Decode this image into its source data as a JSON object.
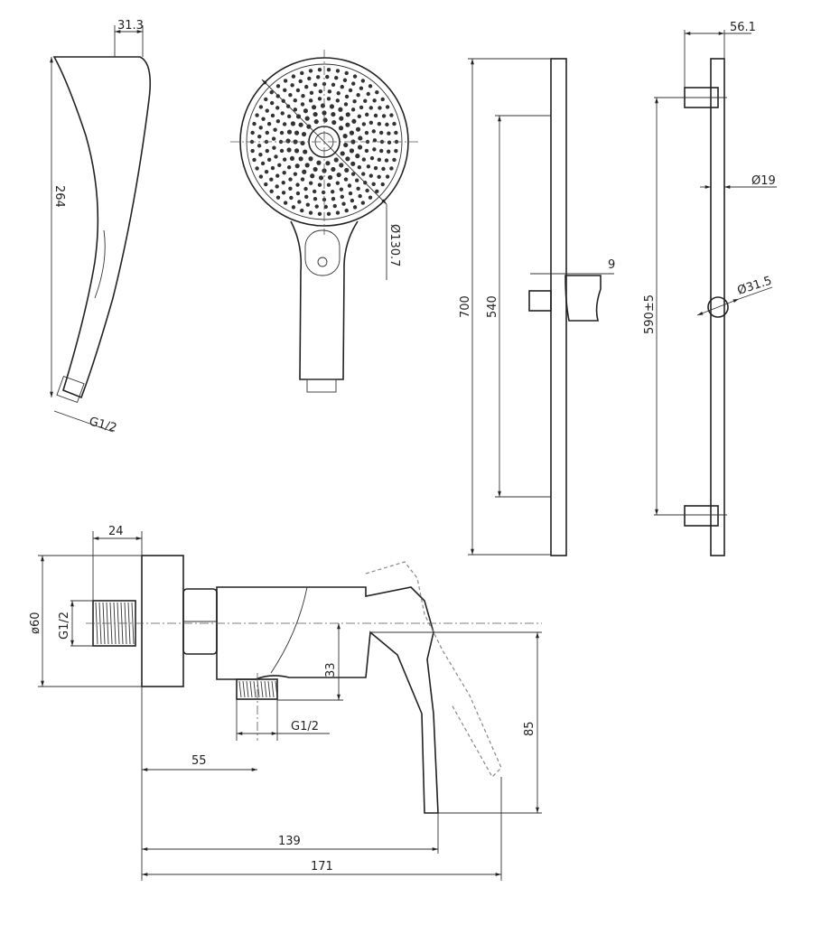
{
  "handshower_side": {
    "width_label": "31.3",
    "length_label": "264",
    "thread_label": "G1/2"
  },
  "handshower_front": {
    "diameter_label": "Ø130.7"
  },
  "rail_front": {
    "length_label": "700",
    "slide_label": "540",
    "slider_label": "9"
  },
  "rail_side": {
    "depth_label": "56.1",
    "tube_label": "Ø19",
    "bracket_label": "Ø31.5",
    "centres_label": "590±5"
  },
  "mixer": {
    "flange_depth_label": "24",
    "flange_diameter_label": "ø60",
    "inlet_thread_label": "G1/2",
    "outlet_height_label": "33",
    "outlet_thread_label": "G1/2",
    "outlet_offset_label": "55",
    "lever_height_label": "85",
    "body_length_label": "139",
    "overall_length_label": "171"
  }
}
